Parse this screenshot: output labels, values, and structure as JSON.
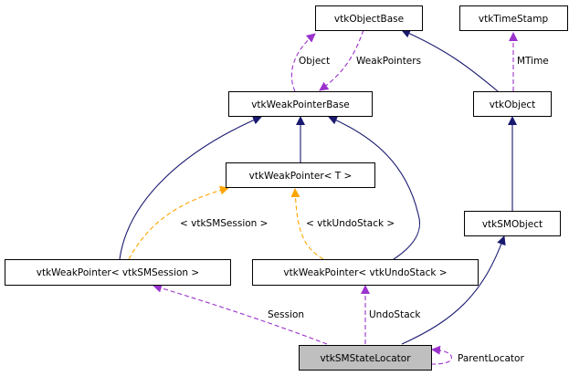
{
  "nodes": {
    "objectBase": "vtkObjectBase",
    "timeStamp": "vtkTimeStamp",
    "weakPointerBase": "vtkWeakPointerBase",
    "object": "vtkObject",
    "weakPointerT": "vtkWeakPointer< T >",
    "smObject": "vtkSMObject",
    "weakPointerSession": "vtkWeakPointer< vtkSMSession >",
    "weakPointerUndo": "vtkWeakPointer< vtkUndoStack >",
    "stateLocator": "vtkSMStateLocator"
  },
  "edge_labels": {
    "object": "Object",
    "weakPointers": "WeakPointers",
    "mtime": "MTime",
    "tplSession": "< vtkSMSession >",
    "tplUndo": "< vtkUndoStack >",
    "session": "Session",
    "undoStack": "UndoStack",
    "parentLocator": "ParentLocator"
  },
  "colors": {
    "inheritance": "#191970",
    "usage": "#9a32cd",
    "template": "#ffa500",
    "focus_node": "#bfbfbf"
  }
}
